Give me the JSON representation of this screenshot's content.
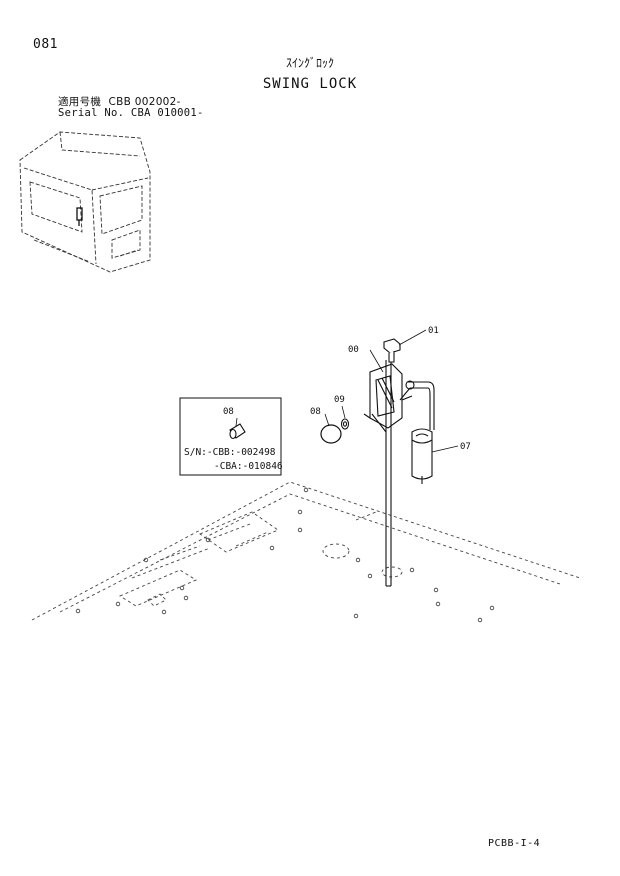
{
  "page": {
    "number": "081",
    "title_jp": "ｽｲﾝｸﾞﾛｯｸ",
    "title_en": "SWING LOCK",
    "serial_line_1": "適用号機  CBB 002002-",
    "serial_line_2": "Serial No. CBA 010001-",
    "footer_code": "PCBB-I-4"
  },
  "callouts": {
    "c01": "01",
    "c00": "00",
    "c09": "09",
    "c08_main": "08",
    "c07": "07",
    "c08_inset": "08"
  },
  "inset": {
    "sn_line_1": "S/N:-CBB:-002498",
    "sn_line_2": "-CBA:-010846"
  }
}
